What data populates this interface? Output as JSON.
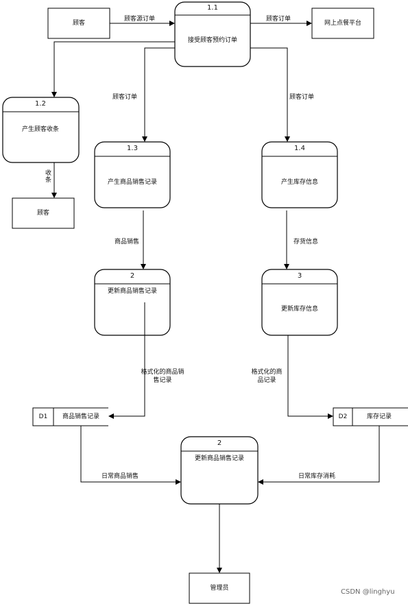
{
  "entities": {
    "customer_top": "顾客",
    "platform": "网上点餐平台",
    "customer_bottom": "顾客",
    "manager": "管理员"
  },
  "processes": {
    "p1_1": {
      "id": "1.1",
      "name": "接受顾客预约订单"
    },
    "p1_2": {
      "id": "1.2",
      "name": "产生顾客收条"
    },
    "p1_3": {
      "id": "1.3",
      "name": "产生商品销售记录"
    },
    "p1_4": {
      "id": "1.4",
      "name": "产生库存信息"
    },
    "p2": {
      "id": "2",
      "name": "更新商品销售记录"
    },
    "p3": {
      "id": "3",
      "name": "更新库存信息"
    },
    "p2b": {
      "id": "2",
      "name": "更新商品销售记录"
    }
  },
  "stores": {
    "d1": {
      "id": "D1",
      "name": "商品销售记录"
    },
    "d2": {
      "id": "D2",
      "name": "库存记录"
    }
  },
  "flows": {
    "customer_order": "顾客源订单",
    "platform_order": "顾客订单",
    "order_left": "顾客订单",
    "order_right": "顾客订单",
    "receipt": "收条",
    "sales": "商品销售",
    "stock": "存货信息",
    "formatted_sales": "格式化的商品销售记录",
    "formatted_goods": "格式化的商品记录",
    "daily_sales": "日常商品销售",
    "daily_consumption": "日常库存消耗"
  },
  "watermark": "CSDN @linghyu"
}
